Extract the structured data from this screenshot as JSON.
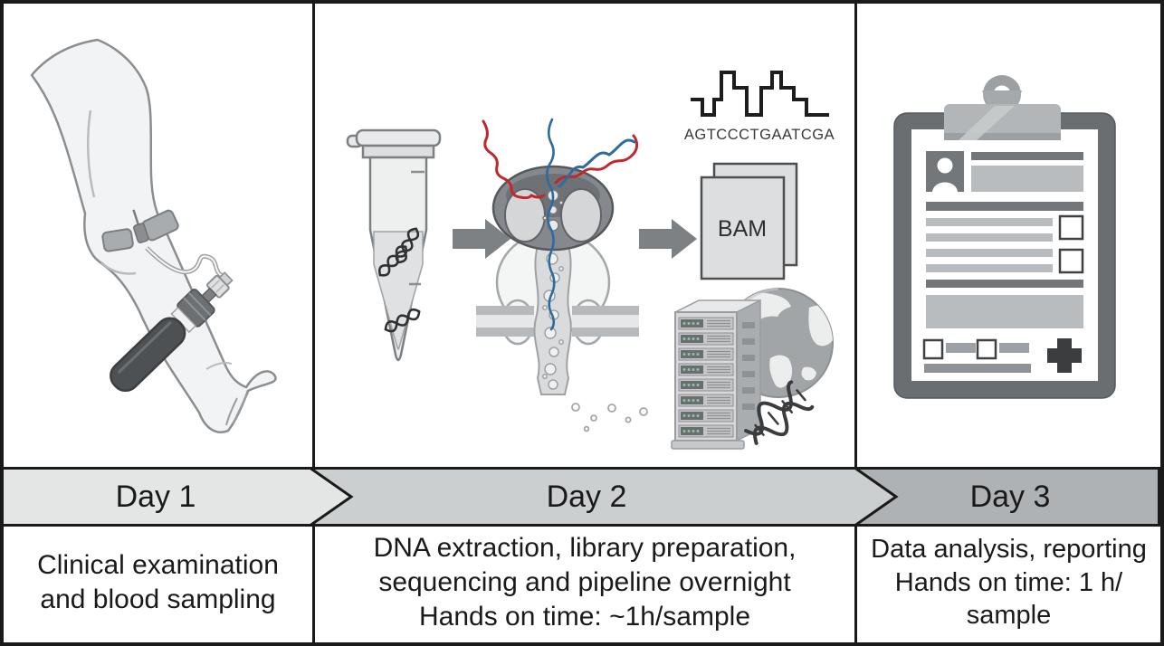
{
  "figure": {
    "title_hint": "three-day rapid sequencing workflow",
    "columns": [
      {
        "id": "day1",
        "banner_label": "Day 1",
        "caption": "Clinical examination\nand blood sampling",
        "illustration": "blood-sampling-arm-with-butterfly-needle-and-vacutainer"
      },
      {
        "id": "day2",
        "banner_label": "Day 2",
        "caption": "DNA extraction, library preparation,\nsequencing and pipeline overnight\nHands on time: ~1h/sample",
        "illustration": "dna-tube-nanopore-sequencer-basecalling-server"
      },
      {
        "id": "day3",
        "banner_label": "Day 3",
        "caption": "Data analysis, reporting\nHands on time: 1 h/\nsample",
        "illustration": "clinical-report-clipboard"
      }
    ],
    "sequencing": {
      "read_sequence": "AGTCCCTGAATCGA",
      "file_label": "BAM"
    },
    "icons": [
      "arm-blood-draw-icon",
      "eppendorf-tube-dna-icon",
      "arrow-right-icon",
      "nanopore-protein-icon",
      "squiggle-signal-icon",
      "bam-files-icon",
      "server-rack-icon",
      "globe-icon",
      "dna-helix-icon",
      "report-clipboard-icon",
      "plus-cross-icon"
    ],
    "colors": {
      "border": "#1a1a1a",
      "banner_day1": "#e4e6e6",
      "banner_day2": "#cbcfd0",
      "banner_day3": "#aeb2b4",
      "text": "#1a1a1a",
      "dna_red": "#c1272d",
      "dna_blue": "#2e6b9e",
      "led_green": "#86c89b",
      "illustration_gray_dark": "#6b6e71",
      "illustration_gray_mid": "#a4a7a9",
      "illustration_gray_light": "#e9eaeb"
    }
  }
}
